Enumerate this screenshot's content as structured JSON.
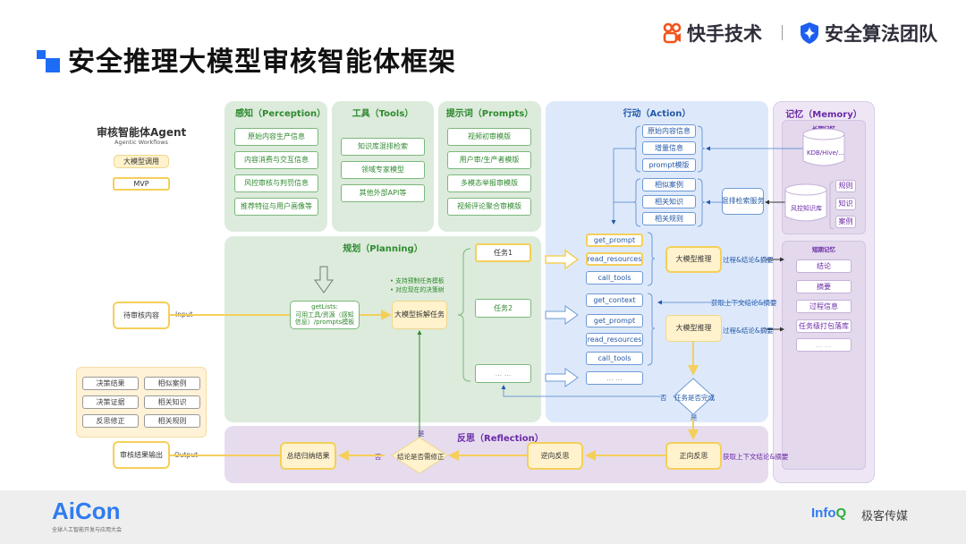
{
  "header": {
    "title": "安全推理大模型审核智能体框架",
    "brand_kuaishou": "快手技术",
    "brand_security": "安全算法团队"
  },
  "legend": {
    "title": "审核智能体Agent",
    "subtitle": "Agentic Workflows",
    "llm_call": "大模型调用",
    "mvp": "MVP"
  },
  "input": {
    "box": "待审核内容",
    "label": "Input"
  },
  "output": {
    "box": "审核结果输出",
    "label": "Output"
  },
  "result_items": [
    "决策结果",
    "相似案例",
    "决策证据",
    "相关知识",
    "反思修正",
    "相关规则"
  ],
  "perception": {
    "title": "感知（Perception）",
    "items": [
      "原始内容生产信息",
      "内容消费与交互信息",
      "风控审核与判罚信息",
      "推荐特征与用户画像等"
    ]
  },
  "tools": {
    "title": "工具（Tools）",
    "items": [
      "知识库混排检索",
      "领域专家模型",
      "其他外部API等"
    ]
  },
  "prompts": {
    "title": "提示词（Prompts）",
    "items": [
      "视频初审模版",
      "用户审/生产者模版",
      "多模态举报审模版",
      "视频评论聚合审模版"
    ]
  },
  "planning": {
    "title": "规划（Planning）",
    "getlists_line1": "getLists:",
    "getlists_line2": "可用工具/资源（感知",
    "getlists_line3": "信息）/prompts模板",
    "decompose": "大模型拆解任务",
    "bullets": [
      "支持预制任务模板",
      "对应现在的决策树"
    ],
    "tasks": [
      "任务1",
      "任务2",
      "... ..."
    ]
  },
  "action": {
    "title": "行动（Action）",
    "group1": [
      "原始内容信息",
      "增量信息",
      "prompt模版"
    ],
    "group2": [
      "相似案例",
      "相关知识",
      "相关规则"
    ],
    "retrieval_service": "混排检索服务",
    "task1_steps": [
      "get_prompt",
      "read_resources",
      "call_tools"
    ],
    "task2_steps": [
      "get_context",
      "get_prompt",
      "read_resources",
      "call_tools"
    ],
    "more_steps": "... ...",
    "llm_infer": "大模型推理",
    "edge_process": "过程&结论&摘要",
    "edge_context": "获取上下文结论&摘要",
    "decision": "任务是否完成",
    "yes": "是",
    "no": "否"
  },
  "memory": {
    "title": "记忆（Memory）",
    "long_term": "长期记忆",
    "kdb": "KDB/Hive/...",
    "risk_kb": "风控知识库",
    "kb_items": [
      "规则",
      "知识",
      "案例"
    ],
    "short_term": "短期记忆",
    "short_items": [
      "结论",
      "摘要",
      "过程信息",
      "任务级打包落库",
      "... ..."
    ]
  },
  "reflection": {
    "title": "反思（Reflection）",
    "forward": "正向反思",
    "backward": "逆向反思",
    "decision": "结论是否需修正",
    "summarize": "总结归纳结果",
    "yes": "是",
    "no": "否",
    "edge_context": "获取上下文结论&摘要"
  },
  "footer": {
    "aicon": "AiCon",
    "aicon_sub": "全球人工智能开发与应用大会",
    "infoq_a": "Info",
    "infoq_b": "Q",
    "infoq_cn": "极客传媒"
  }
}
